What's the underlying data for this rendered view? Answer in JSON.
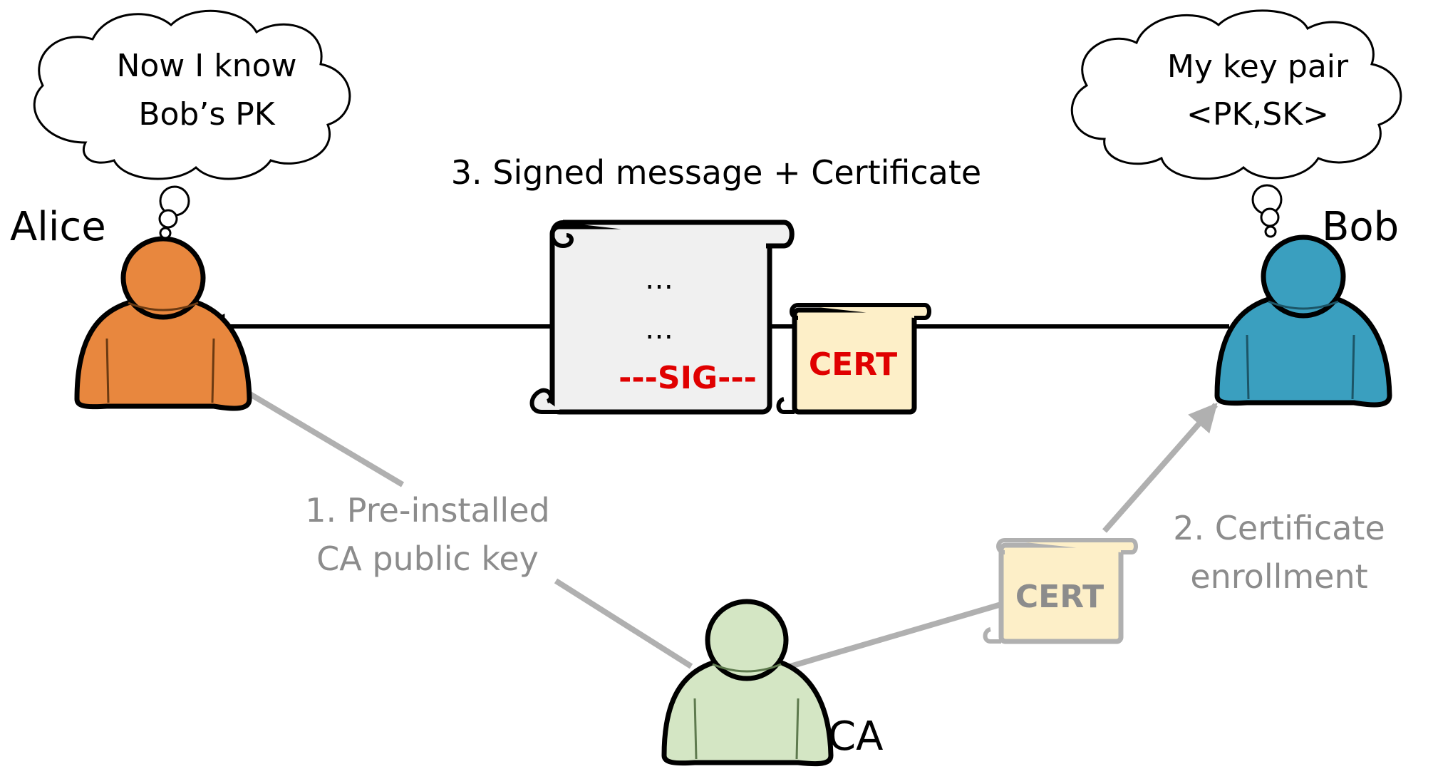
{
  "actors": {
    "alice": {
      "name": "Alice",
      "color": "#e8873e"
    },
    "bob": {
      "name": "Bob",
      "color": "#3a9fbf"
    },
    "ca": {
      "name": "CA",
      "color": "#d4e6c4"
    }
  },
  "thoughts": {
    "alice": {
      "line1": "Now I know",
      "line2": "Bob’s PK"
    },
    "bob": {
      "line1": "My key pair",
      "line2": "<PK,SK>"
    }
  },
  "steps": {
    "step1": {
      "line1": "1. Pre-installed",
      "line2": "CA public key"
    },
    "step2": {
      "line1": "2. Certificate",
      "line2": "enrollment"
    },
    "step3": {
      "label": "3. Signed message + Certificate"
    }
  },
  "message": {
    "dots1": "…",
    "dots2": "…",
    "sig": "---SIG---"
  },
  "certificates": {
    "main": "CERT",
    "enroll": "CERT"
  },
  "colors": {
    "line": "#000000",
    "gray_arrow": "#b0b0b0",
    "gray_text": "#8c8c8c",
    "sig_red": "#e00000",
    "cert_fill": "#fdefc8",
    "scroll_fill": "#f0f0f0"
  }
}
